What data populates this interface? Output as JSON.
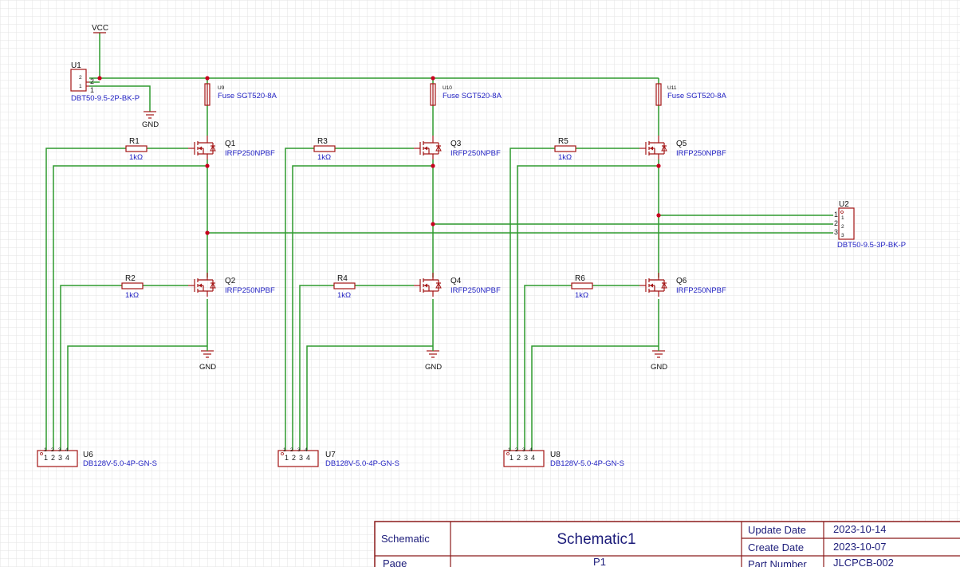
{
  "power": {
    "vcc": "VCC",
    "gnd": "GND"
  },
  "connectors": {
    "u1": {
      "designator": "U1",
      "value": "DBT50-9.5-2P-BK-P",
      "pins": [
        "2",
        "1"
      ]
    },
    "u2": {
      "designator": "U2",
      "value": "DBT50-9.5-3P-BK-P",
      "pins": [
        "1",
        "2",
        "3"
      ]
    },
    "u6": {
      "designator": "U6",
      "value": "DB128V-5.0-4P-GN-S",
      "pins": [
        "1",
        "2",
        "3",
        "4"
      ]
    },
    "u7": {
      "designator": "U7",
      "value": "DB128V-5.0-4P-GN-S",
      "pins": [
        "1",
        "2",
        "3",
        "4"
      ]
    },
    "u8": {
      "designator": "U8",
      "value": "DB128V-5.0-4P-GN-S",
      "pins": [
        "1",
        "2",
        "3",
        "4"
      ]
    }
  },
  "fuses": [
    {
      "designator": "U9",
      "value": "Fuse SGT520-8A"
    },
    {
      "designator": "U10",
      "value": "Fuse SGT520-8A"
    },
    {
      "designator": "U11",
      "value": "Fuse SGT520-8A"
    }
  ],
  "resistors": [
    {
      "designator": "R1",
      "value": "1kΩ"
    },
    {
      "designator": "R2",
      "value": "1kΩ"
    },
    {
      "designator": "R3",
      "value": "1kΩ"
    },
    {
      "designator": "R4",
      "value": "1kΩ"
    },
    {
      "designator": "R5",
      "value": "1kΩ"
    },
    {
      "designator": "R6",
      "value": "1kΩ"
    }
  ],
  "mosfets": [
    {
      "designator": "Q1",
      "value": "IRFP250NPBF"
    },
    {
      "designator": "Q2",
      "value": "IRFP250NPBF"
    },
    {
      "designator": "Q3",
      "value": "IRFP250NPBF"
    },
    {
      "designator": "Q4",
      "value": "IRFP250NPBF"
    },
    {
      "designator": "Q5",
      "value": "IRFP250NPBF"
    },
    {
      "designator": "Q6",
      "value": "IRFP250NPBF"
    }
  ],
  "title_block": {
    "schematic_caption": "Schematic",
    "schematic_name": "Schematic1",
    "page_caption": "Page",
    "page_value": "P1",
    "update_date_caption": "Update Date",
    "update_date": "2023-10-14",
    "create_date_caption": "Create Date",
    "create_date": "2023-10-07",
    "part_number_caption": "Part Number",
    "part_number": "JLCPCB-002"
  },
  "colors": {
    "wire": "#2e9a2e",
    "part_outline": "#a31515",
    "junction": "#c8001e",
    "value_text": "#1f1fc2",
    "grid": "#e3e3e3",
    "title_block_text": "#1c1c7a"
  }
}
